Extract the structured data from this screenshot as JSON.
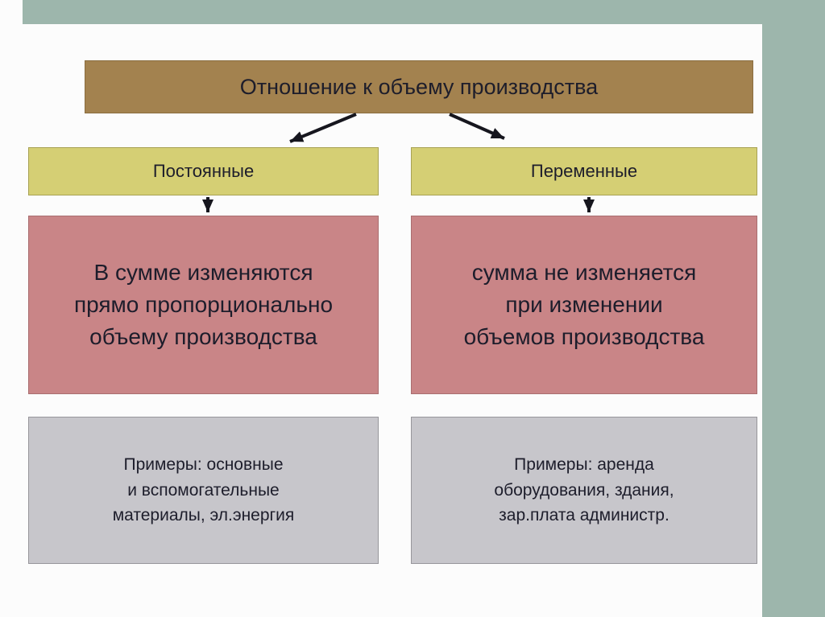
{
  "slide": {
    "title": "Отношение к объему производства",
    "columns": [
      {
        "category": "Постоянные",
        "description": "В сумме изменяются\nпрямо пропорционально\nобъему производства",
        "examples": "Примеры: основные\nи вспомогательные\nматериалы, эл.энергия"
      },
      {
        "category": "Переменные",
        "description": "сумма не изменяется\nпри изменении\nобъемов производства",
        "examples": "Примеры: аренда\nоборудования, здания,\nзар.плата администр."
      }
    ]
  },
  "colors": {
    "band": "#9db6ac",
    "page_bg": "#fcfcfc",
    "title_fill": "#a3824f",
    "title_border": "#8a6d40",
    "category_fill": "#d5cf74",
    "category_border": "#a8a254",
    "desc_fill": "#c98587",
    "desc_border": "#a96e70",
    "examples_fill": "#c7c6cb",
    "examples_border": "#97969b",
    "text": "#1d1d2b",
    "arrow": "#16161e"
  }
}
